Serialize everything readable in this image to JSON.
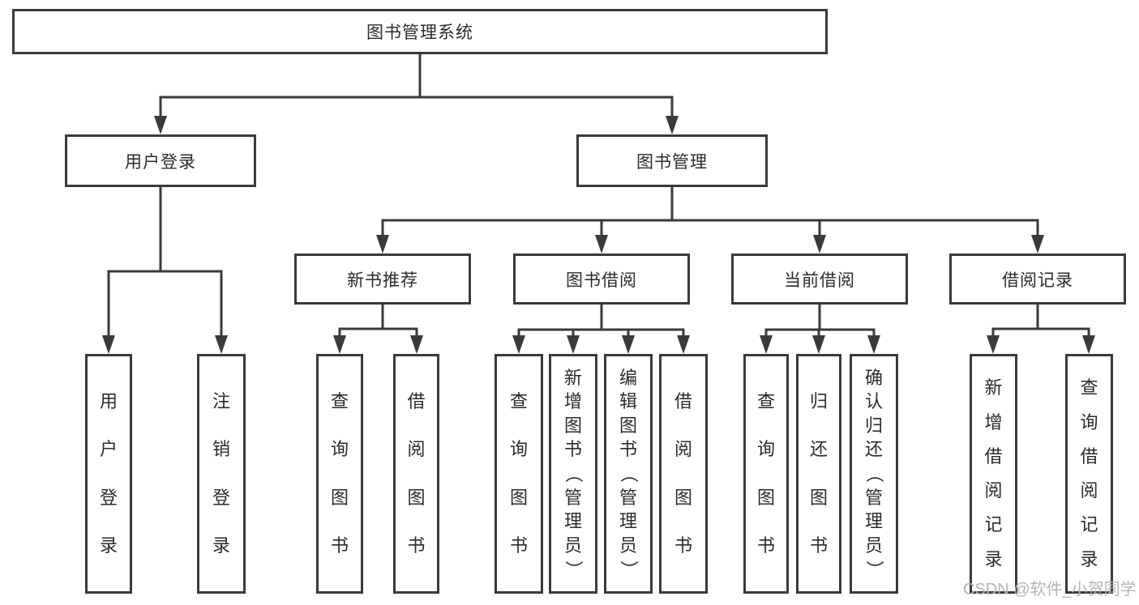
{
  "diagram": {
    "root": {
      "label": "图书管理系统"
    },
    "branches": [
      {
        "label": "用户登录",
        "children": [
          {
            "label": "用户登录"
          },
          {
            "label": "注销登录"
          }
        ]
      },
      {
        "label": "图书管理",
        "children": [
          {
            "label": "新书推荐",
            "children": [
              {
                "label": "查询图书"
              },
              {
                "label": "借阅图书"
              }
            ]
          },
          {
            "label": "图书借阅",
            "children": [
              {
                "label": "查询图书"
              },
              {
                "label": "新增图书（管理员）"
              },
              {
                "label": "编辑图书（管理员）"
              },
              {
                "label": "借阅图书"
              }
            ]
          },
          {
            "label": "当前借阅",
            "children": [
              {
                "label": "查询图书"
              },
              {
                "label": "归还图书"
              },
              {
                "label": "确认归还（管理员）"
              }
            ]
          },
          {
            "label": "借阅记录",
            "children": [
              {
                "label": "新增借阅记录"
              },
              {
                "label": "查询借阅记录"
              }
            ]
          }
        ]
      }
    ]
  },
  "watermark": {
    "text": "CSDN @软件_小贺同学"
  },
  "colors": {
    "line": "#3a3a3a",
    "text": "#2b2b2b",
    "bg": "#ffffff",
    "box_bg": "#ffffff",
    "watermark": "#b5b5b5"
  }
}
